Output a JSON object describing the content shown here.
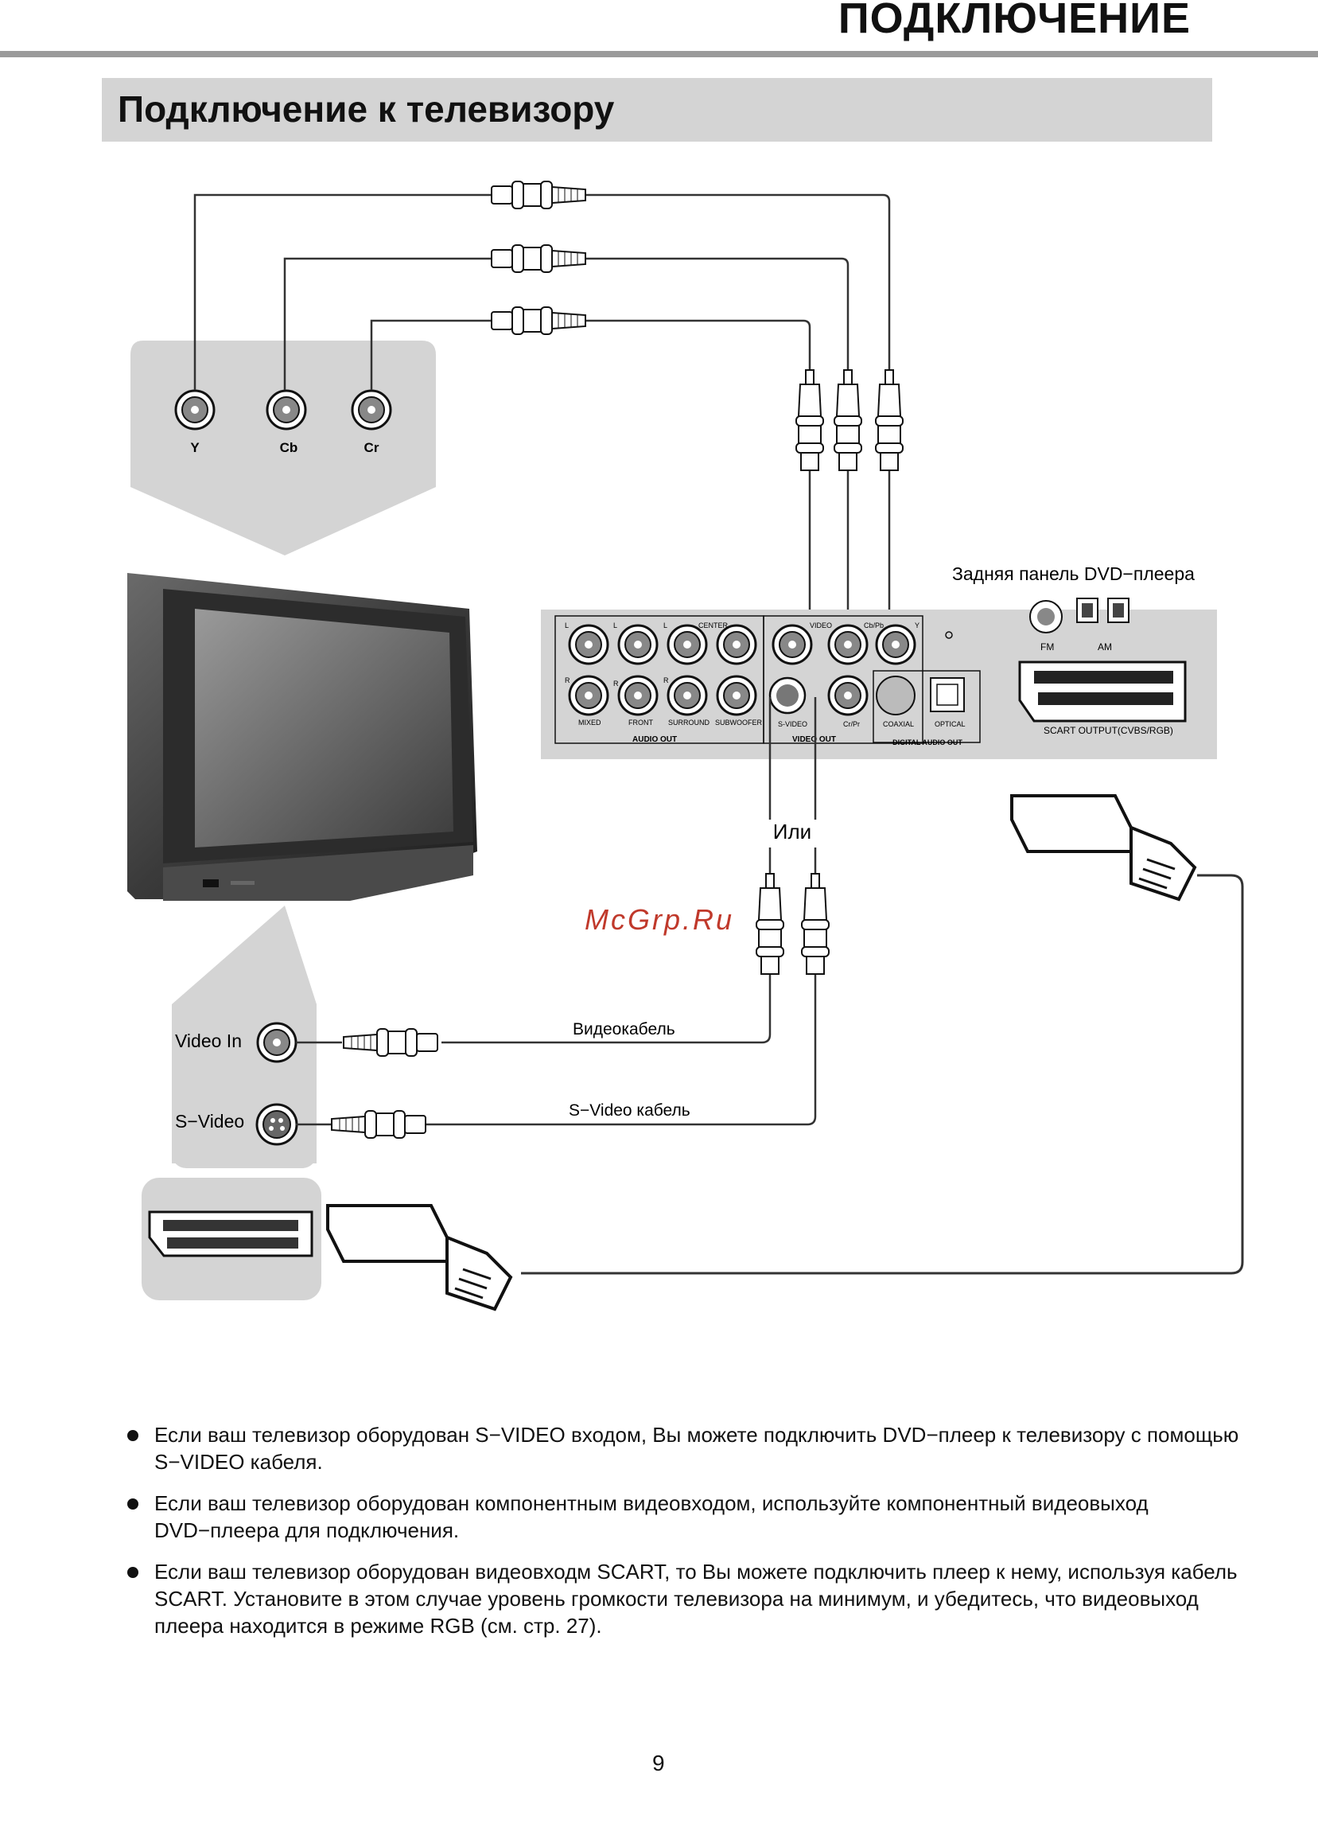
{
  "header": {
    "title": "ПОДКЛЮЧЕНИЕ"
  },
  "section": {
    "title": "Подключение к телевизору"
  },
  "diagram": {
    "component_labels": [
      "Y",
      "Cb",
      "Cr"
    ],
    "player_caption": "Задняя панель DVD−плеера",
    "or_label": "Или",
    "watermark": "McGrp.Ru",
    "video_in_label": "Video In",
    "svideo_label": "S−Video",
    "video_cable_label": "Видеокабель",
    "svideo_cable_label": "S−Video кабель",
    "panel": {
      "audio_out": "AUDIO OUT",
      "video_out": "VIDEO OUT",
      "digital_audio_out": "DIGITAL AUDIO OUT",
      "scart_output": "SCART OUTPUT(CVBS/RGB)",
      "mixed": "MIXED",
      "front": "FRONT",
      "surround": "SURROUND",
      "subwoofer": "SUBWOOFER",
      "center": "CENTER",
      "video": "VIDEO",
      "cbpb": "Cb/Pb",
      "y": "Y",
      "s_video": "S-VIDEO",
      "crpr": "Cr/Pr",
      "coaxial": "COAXIAL",
      "optical": "OPTICAL",
      "fm": "FM",
      "am": "AM",
      "l": "L",
      "r": "R"
    }
  },
  "bullets": [
    "Если ваш телевизор оборудован S−VIDEO входом, Вы можете подключить DVD−плеер к телевизору с помощью S−VIDEO кабеля.",
    "Если ваш телевизор оборудован компонентным видеовходом, используйте компонентный видеовыход DVD−плеера для подключения.",
    "Если ваш телевизор оборудован видеовходм SCART, то Вы можете подключить плеер к нему, используя кабель SCART. Установите в этом случае уровень громкости телевизора на минимум, и убедитесь, что видеовыход плеера находится в режиме RGB (см. стр. 27)."
  ],
  "page_number": "9"
}
